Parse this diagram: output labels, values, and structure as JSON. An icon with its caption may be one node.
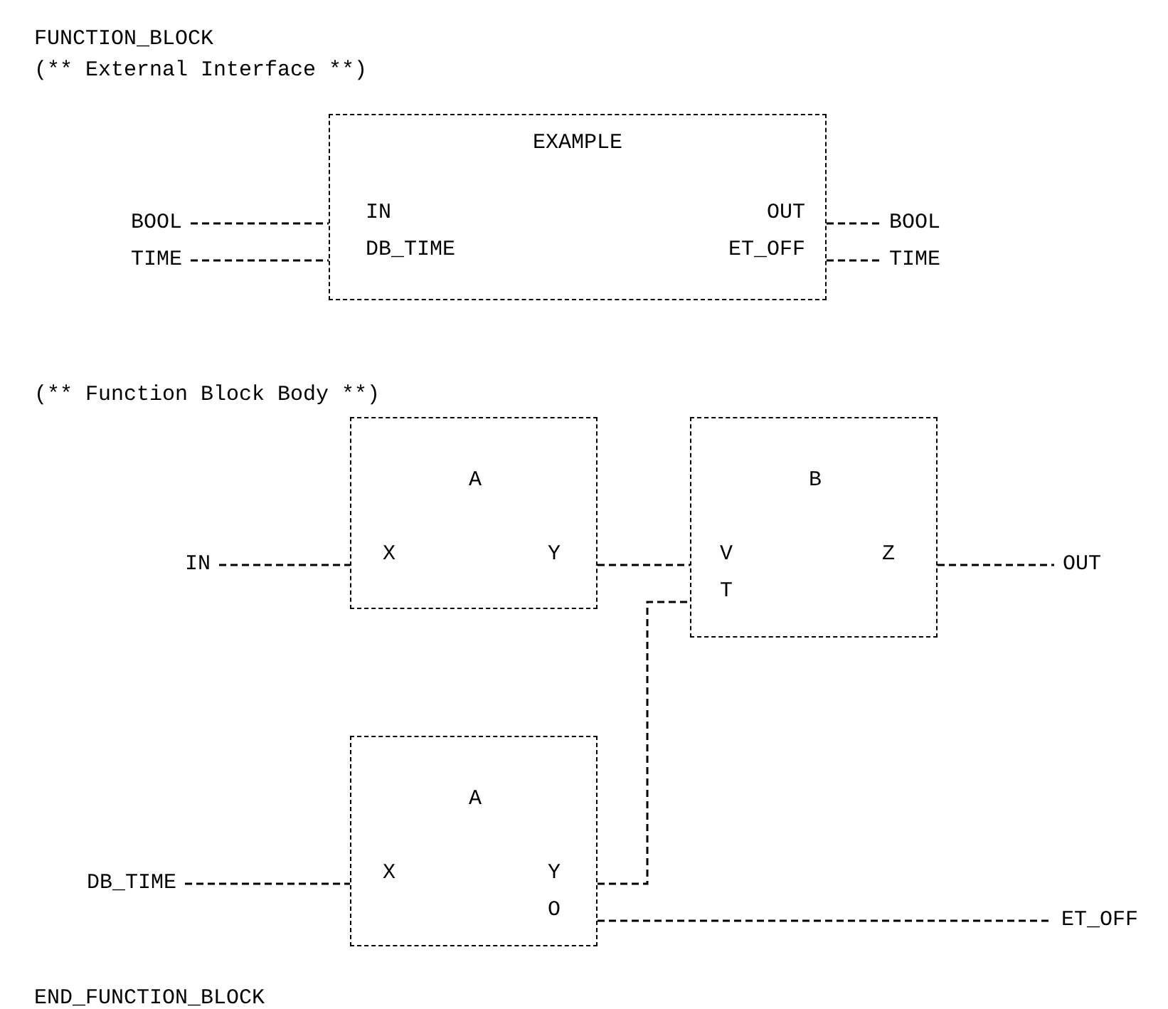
{
  "diagram": {
    "nodes": [
      {
        "text": [
          "BOOL"
        ]
      },
      {
        "text": [
          "TIME"
        ]
      },
      {
        "text": [
          "EXAMPLE",
          "IN",
          "OUT",
          "DB_TIME",
          "ET_OFF"
        ]
      },
      {
        "text": [
          "BOOL"
        ]
      },
      {
        "text": [
          "TIME"
        ]
      },
      {
        "text": [
          "IN"
        ]
      },
      {
        "text": [
          "A",
          "X",
          "Y"
        ]
      },
      {
        "text": [
          "B",
          "V",
          "Z",
          "T"
        ]
      },
      {
        "text": [
          "OUT"
        ]
      },
      {
        "text": [
          "DB_TIME"
        ]
      },
      {
        "text": [
          "A",
          "X",
          "Y",
          "O"
        ]
      },
      {
        "text": [
          "ET_OFF"
        ]
      }
    ],
    "edges": [
      {
        "from": 0,
        "to": 2,
        "arrow": "none",
        "style": "dashed"
      },
      {
        "from": 1,
        "to": 2,
        "arrow": "none",
        "style": "dashed"
      },
      {
        "from": 2,
        "to": 3,
        "arrow": "none",
        "style": "dashed"
      },
      {
        "from": 2,
        "to": 4,
        "arrow": "none",
        "style": "dashed"
      },
      {
        "from": 5,
        "to": 6,
        "arrow": "none",
        "style": "dashed"
      },
      {
        "from": 6,
        "to": 7,
        "arrow": "none",
        "style": "dashed"
      },
      {
        "from": 7,
        "to": 8,
        "arrow": "none",
        "style": "dashed"
      },
      {
        "from": 9,
        "to": 10,
        "arrow": "none",
        "style": "dashed"
      },
      {
        "from": 10,
        "to": 7,
        "arrow": "none",
        "style": "dashed"
      },
      {
        "from": 10,
        "to": 11,
        "arrow": "none",
        "style": "dashed"
      }
    ],
    "labels": [
      "FUNCTION_BLOCK",
      "(** External Interface **)",
      "(** Function Block Body **)",
      "END_FUNCTION_BLOCK"
    ]
  }
}
